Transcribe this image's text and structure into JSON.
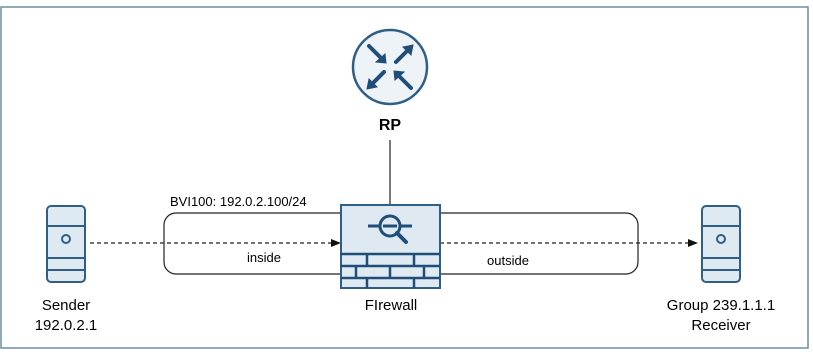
{
  "diagram": {
    "router": {
      "label": "RP",
      "icon": "router-icon"
    },
    "firewall": {
      "label": "FIrewall",
      "icon": "firewall-icon"
    },
    "sender": {
      "line1": "Sender",
      "line2": "192.0.2.1",
      "icon": "server-icon"
    },
    "receiver": {
      "line1": "Group 239.1.1.1",
      "line2": "Receiver",
      "icon": "server-icon"
    },
    "bvi_label": "BVI100: 192.0.2.100/24",
    "inside_label": "inside",
    "outside_label": "outside",
    "colors": {
      "frame_border": "#6b8ea3",
      "node_fill": "#dfe9f2",
      "node_stroke": "#2f5f86",
      "node_dark": "#1f4e79",
      "router_fill": "#eef3f8"
    }
  }
}
